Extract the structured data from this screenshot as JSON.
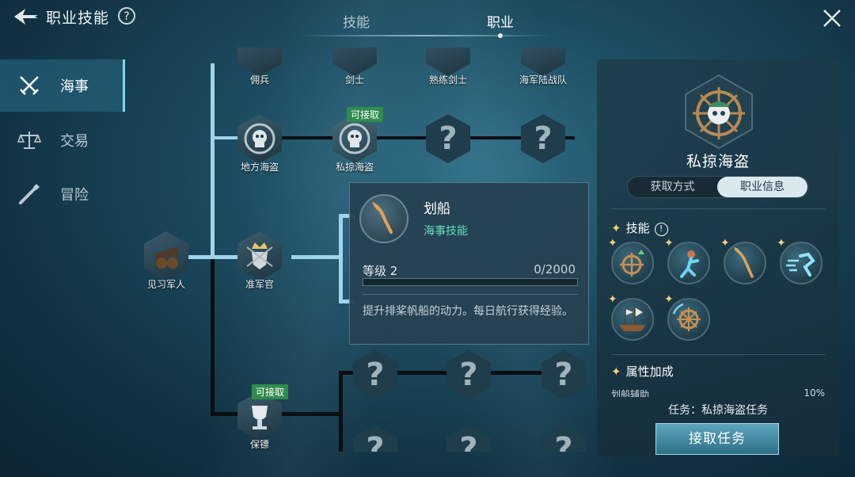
{
  "header": {
    "title": "职业技能",
    "help_label": "?",
    "tabs": [
      {
        "label": "技能",
        "active": false
      },
      {
        "label": "职业",
        "active": true
      }
    ]
  },
  "sidebar": {
    "items": [
      {
        "label": "海事",
        "icon": "crossed-swords-icon",
        "active": true
      },
      {
        "label": "交易",
        "icon": "scales-icon",
        "active": false
      },
      {
        "label": "冒险",
        "icon": "spyglass-icon",
        "active": false
      }
    ]
  },
  "tree": {
    "unlock_badge": "可接取",
    "locked_symbol": "?",
    "nodes": {
      "mercenary": "佣兵",
      "swordsman": "剑士",
      "skilled_swordsman": "熟练剑士",
      "marines": "海军陆战队",
      "local_pirate": "地方海盗",
      "privateer": "私掠海盗",
      "trainee_soldier": "见习军人",
      "warrant_officer": "准军官",
      "bodyguard": "保镖"
    }
  },
  "tooltip": {
    "skill_name": "划船",
    "skill_type": "海事技能",
    "level_label": "等级 2",
    "progress_text": "0/2000",
    "progress_fraction": 0.0,
    "description": "提升排桨帆船的动力。每日航行获得经验。"
  },
  "panel": {
    "job_title": "私掠海盗",
    "segments": [
      "获取方式",
      "职业信息"
    ],
    "active_segment": 1,
    "skills_title": "技能",
    "skills_info": "!",
    "skills": [
      {
        "icon": "helm-upgrade-icon"
      },
      {
        "icon": "sailor-boost-icon"
      },
      {
        "icon": "oar-icon"
      },
      {
        "icon": "sprint-icon"
      },
      {
        "icon": "galleon-icon"
      },
      {
        "icon": "helm-rotate-icon"
      }
    ],
    "attr_title": "属性加成",
    "attr_row_label": "划船辅助",
    "attr_row_value": "10%",
    "task_text": "任务：私掠海盗任务",
    "accept_button": "接取任务"
  },
  "colors": {
    "accent": "#7fd6ef",
    "badge_green": "#2f8b4e",
    "skill_type_green": "#5fe0b8",
    "tree_line_active": "#9fd4ea",
    "tree_line_inactive": "#0a0f12"
  }
}
